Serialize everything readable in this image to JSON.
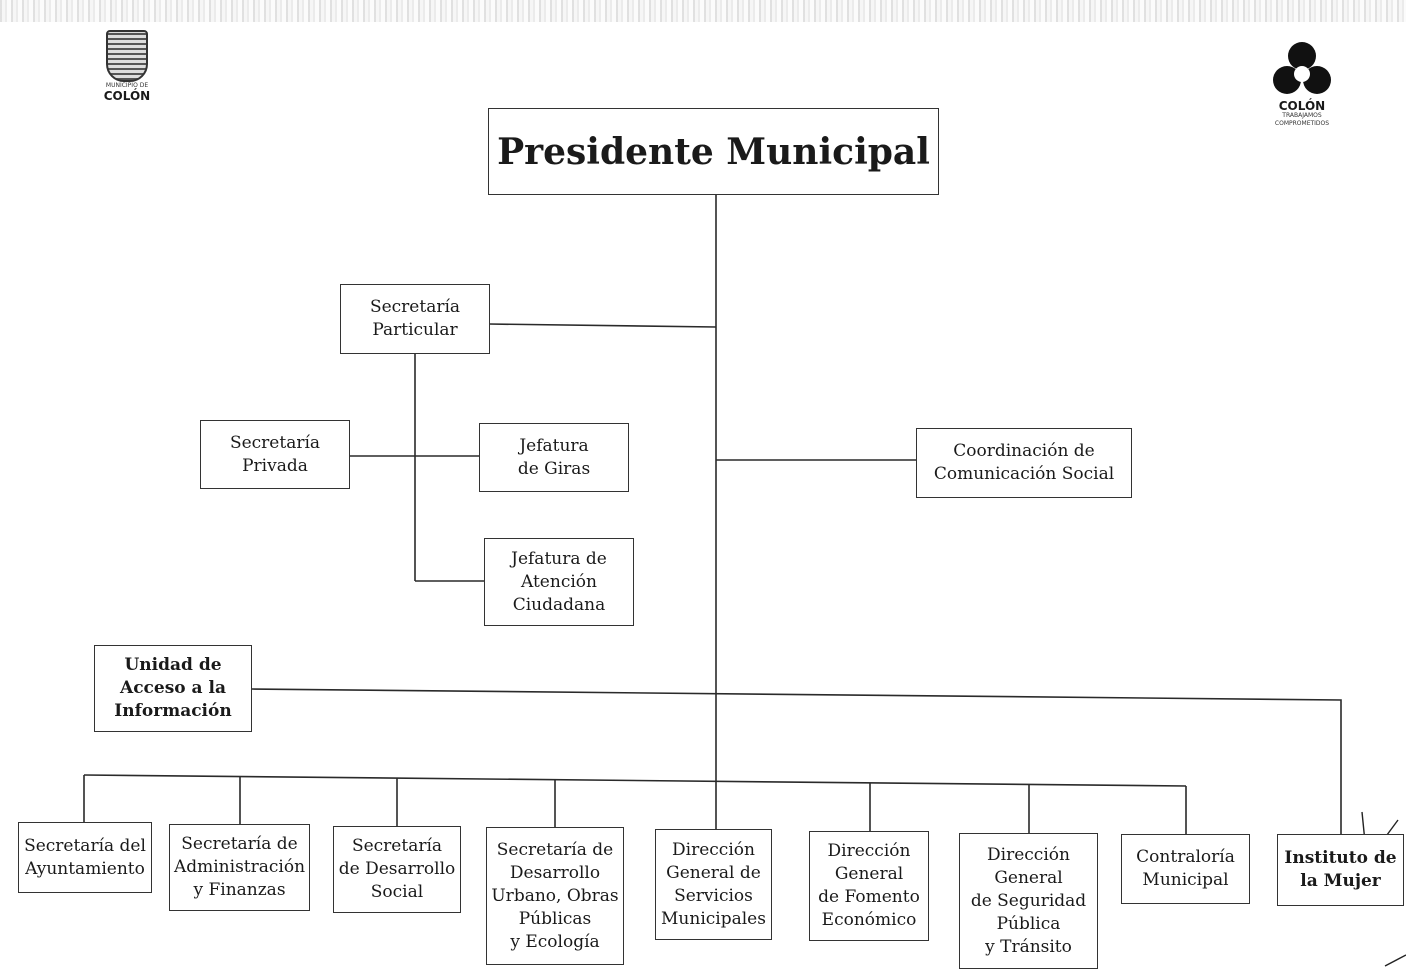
{
  "logos": {
    "left": {
      "small_top": "MUNICIPIO DE",
      "name": "COLÓN"
    },
    "right": {
      "name": "COLÓN",
      "tagline_1": "TRABAJAMOS",
      "tagline_2": "COMPROMETIDOS"
    }
  },
  "org": {
    "president": "Presidente Municipal",
    "secretaria_particular": "Secretaría\nParticular",
    "secretaria_privada": "Secretaría\nPrivada",
    "jefatura_giras": "Jefatura\nde Giras",
    "jefatura_atencion": "Jefatura de\nAtención\nCiudadana",
    "comunicacion_social": "Coordinación de\nComunicación Social",
    "unidad_acceso": "Unidad de\nAcceso a la\nInformación",
    "bottom": [
      "Secretaría del\nAyuntamiento",
      "Secretaría de\nAdministración\ny Finanzas",
      "Secretaría\nde Desarrollo\nSocial",
      "Secretaría de\nDesarrollo\nUrbano, Obras\nPúblicas\ny Ecología",
      "Dirección\nGeneral de\nServicios\nMunicipales",
      "Dirección\nGeneral\nde Fomento\nEconómico",
      "Dirección\nGeneral\nde Seguridad\nPública\ny Tránsito",
      "Contraloría\nMunicipal",
      "Instituto de\nla Mujer"
    ]
  }
}
